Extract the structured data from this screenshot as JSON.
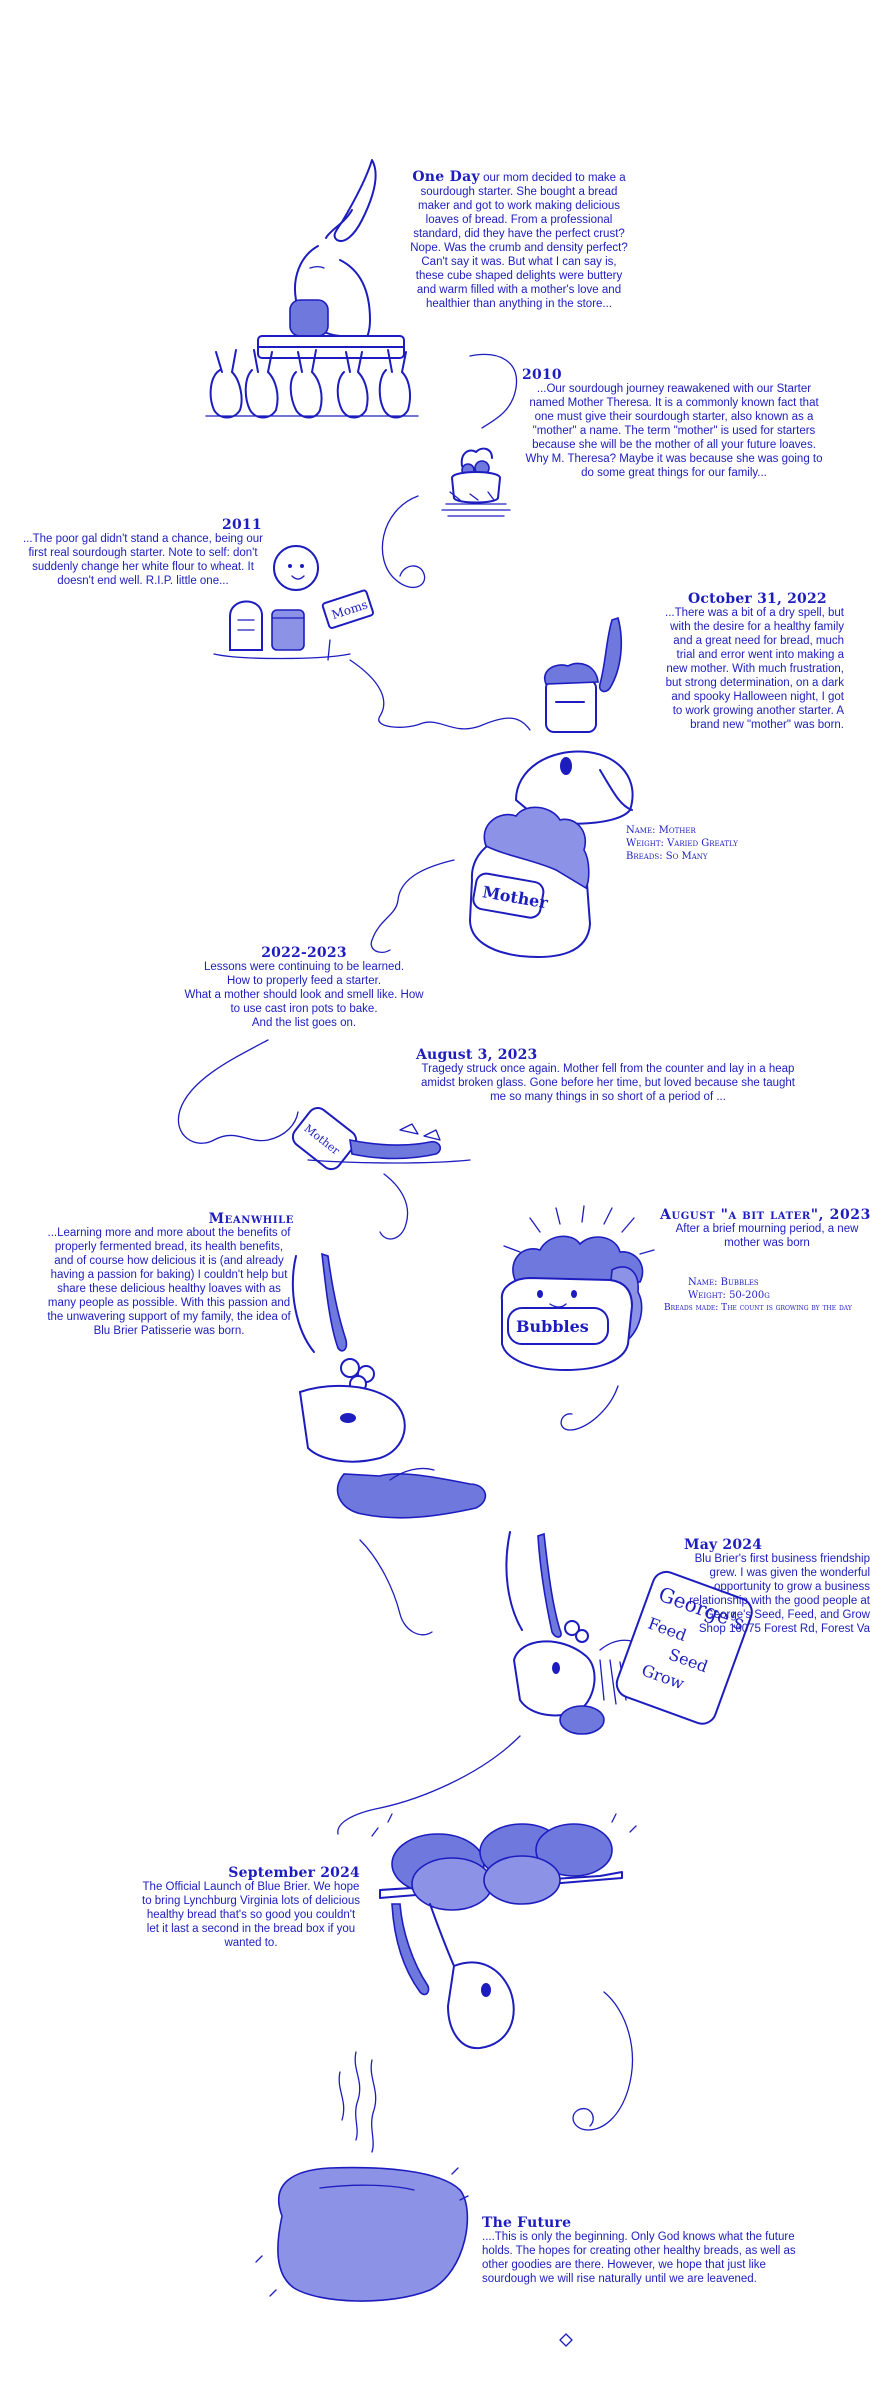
{
  "colors": {
    "ink": "#1d1dbf",
    "fill_light": "#8c93e6",
    "fill_mid": "#6f78dd",
    "background": "#ffffff"
  },
  "sections": {
    "one_day": {
      "title": "One Day",
      "text": "our mom decided to make a sourdough starter.  She bought a bread maker and got to work making delicious loaves of bread. From a professional standard, did they have the perfect crust? Nope. Was the crumb and density perfect? Can't say it was.  But what I can say is, these cube shaped delights were buttery and warm filled with a mother's love and healthier than anything in the store..."
    },
    "y2010": {
      "title": "2010",
      "text": "...Our sourdough journey reawakened with our Starter named Mother Theresa. It is a commonly known fact that one must give their sourdough starter, also known as a \"mother\" a name. The term \"mother\" is used for starters because she will be the mother of all your future loaves. Why M. Theresa?  Maybe it was because she was going to do some great things for our family..."
    },
    "y2011": {
      "title": "2011",
      "text": "...The poor gal didn't stand a chance, being our first real sourdough starter.  Note to self: don't suddenly change her white flour to wheat.  It doesn't end well.  R.I.P. little one...",
      "sign_label": "Moms"
    },
    "oct2022": {
      "title": "October 31, 2022",
      "text": "...There was a bit of a dry spell, but with the desire for a healthy family and a great need for bread, much trial and error went into making a new mother.  With much frustration, but strong determination, on a dark and spooky Halloween night, I got to work growing another starter.  A brand new \"mother\" was born.",
      "meta": {
        "name": "Name: Mother",
        "weight": "Weight: Varied Greatly",
        "breads": "Breads: So Many"
      },
      "jar_label": "Mother"
    },
    "y2022_2023": {
      "title": "2022-2023",
      "lines": [
        "Lessons were continuing to be learned.",
        "How to properly feed a starter.",
        "What a mother should look and smell like. How",
        "to use cast iron pots to bake.",
        "And the list goes on."
      ]
    },
    "aug2023": {
      "title": "August 3, 2023",
      "text": "Tragedy struck once again.  Mother fell from the counter and lay in a heap amidst broken glass.  Gone before her time, but loved because she taught me so many things in so short of a period of ...",
      "broken_jar_label": "Mother"
    },
    "aug_later": {
      "title": "August \"a bit later\", 2023",
      "text": "After a  brief mourning period, a new mother was born",
      "meta": {
        "name": "Name: Bubbles",
        "weight": "Weight: 50-200g",
        "breads": "Breads made: The count is growing by the day"
      },
      "jar_label": "Bubbles"
    },
    "meanwhile": {
      "title": "Meanwhile",
      "text": "...Learning more and more about the benefits of properly fermented bread, its health benefits, and of course how delicious it is (and already having a passion  for baking) I couldn't help but share these delicious healthy loaves with as many people as possible.  With this passion and the unwavering support of my family, the idea of Blu Brier Patisserie was born."
    },
    "may2024": {
      "title": "May 2024",
      "text": "Blu Brier's first business friendship grew. I was given the wonderful opportunity to grow a business relationship with the good people at George's Seed, Feed, and Grow Shop 16075 Forest Rd, Forest Va",
      "bag_label": "George's Feed Seed Grow"
    },
    "sept2024": {
      "title": "September 2024",
      "text": "The Official Launch of Blue Brier.  We hope to bring Lynchburg Virginia lots of delicious healthy bread that's so good you couldn't  let it last a second in the bread box if you wanted to."
    },
    "future": {
      "title": "The Future",
      "text": "....This is only the beginning.  Only God knows what the future holds. The hopes for creating other healthy breads, as well as other goodies are there. However, we hope that just like sourdough we will rise naturally until we are leavened."
    }
  },
  "icons": [
    "bunny-with-bread-maker-icon",
    "starter-jar-2010-icon",
    "tombstone-icon",
    "mother-jar-icon",
    "broken-jar-icon",
    "bubbles-jar-icon",
    "bunny-icon",
    "bread-loaves-tray-icon",
    "round-loaf-icon"
  ]
}
